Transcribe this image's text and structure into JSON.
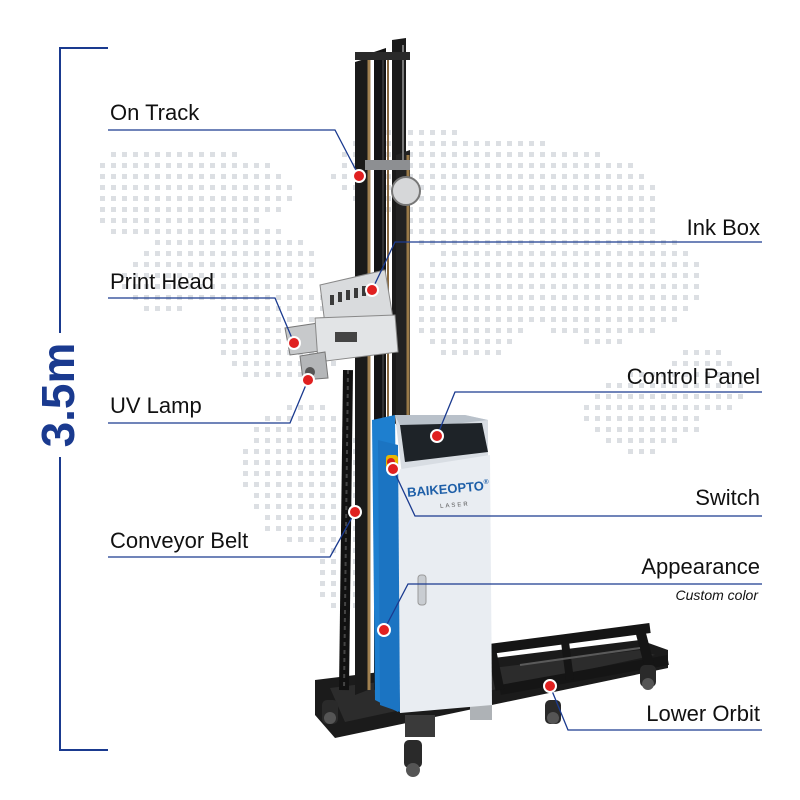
{
  "dimension": {
    "text": "3.5m"
  },
  "callouts": {
    "on_track": "On Track",
    "ink_box": "Ink Box",
    "print_head": "Print Head",
    "control_panel": "Control Panel",
    "uv_lamp": "UV Lamp",
    "switch": "Switch",
    "conveyor_belt": "Conveyor Belt",
    "appearance": "Appearance",
    "appearance_note": "Custom color",
    "lower_orbit": "Lower Orbit"
  },
  "machine": {
    "brand": "BAIKEOPTO",
    "brand_mark": "®",
    "brand_sub": "LASER"
  },
  "colors": {
    "accent": "#1a3a8f",
    "marker": "#e02020",
    "cabinet_blue": "#1e7fcf",
    "cabinet_white": "#e9edf2"
  }
}
